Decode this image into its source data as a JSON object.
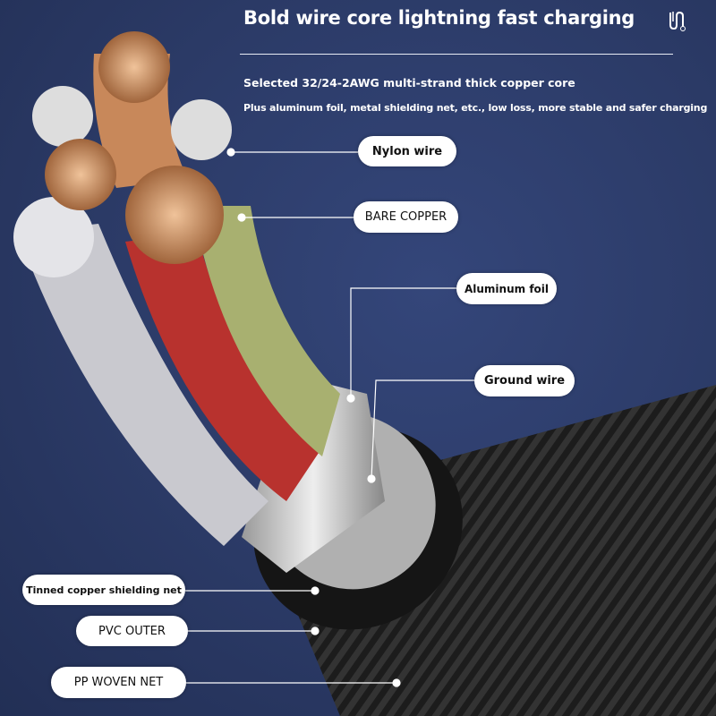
{
  "header": {
    "title": "Bold wire core lightning fast charging",
    "subtitle": "Selected 32/24-2AWG multi-strand thick copper core",
    "description": "Plus aluminum foil, metal shielding net, etc., low loss, more stable and safer charging",
    "logo_icon": "cable-icon"
  },
  "labels": {
    "nylon_wire": "Nylon wire",
    "bare_copper": "BARE COPPER",
    "aluminum_foil": "Aluminum foil",
    "ground_wire": "Ground wire",
    "tinned_copper": "Tinned copper shielding net",
    "pvc_outer": "PVC OUTER",
    "pp_woven_net": "PP WOVEN NET"
  },
  "colors": {
    "background": "#2b3a66",
    "copper": "#c8885a",
    "red_insulation": "#b8322e",
    "green_insulation": "#8a9a4a",
    "braid": "#222222"
  }
}
